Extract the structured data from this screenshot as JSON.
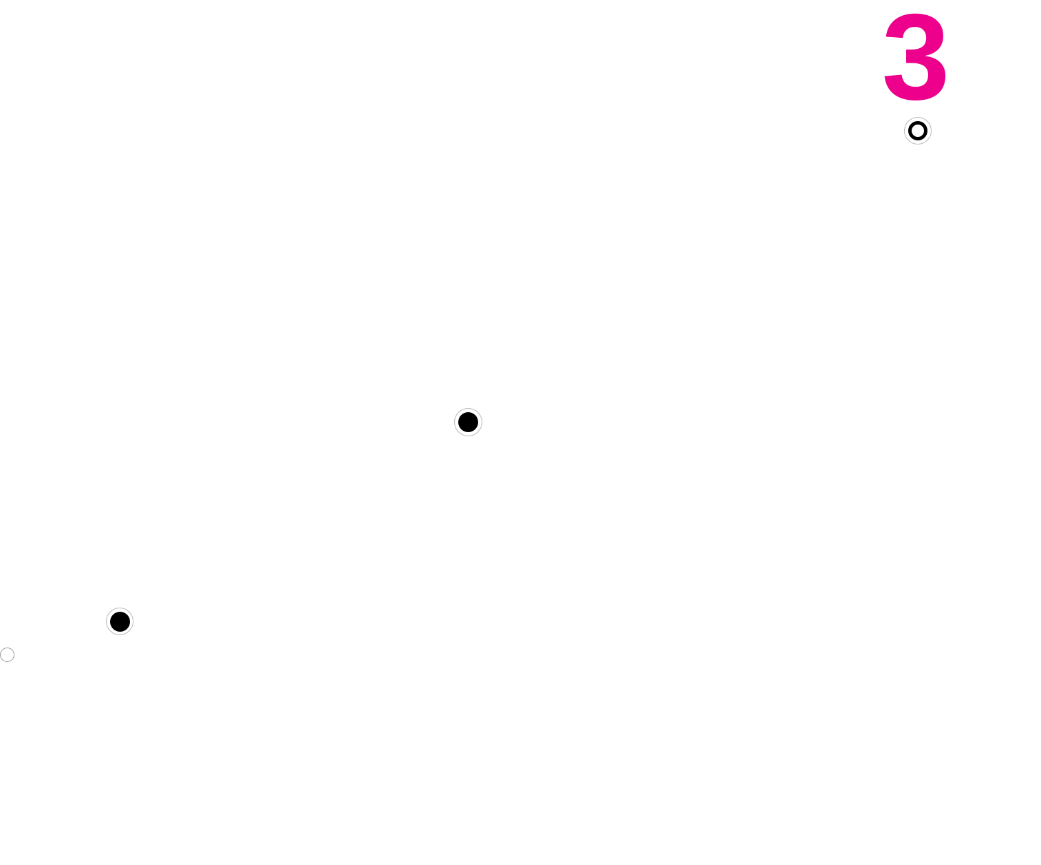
{
  "counter": {
    "value": "3",
    "color": "#ec008c"
  },
  "markers": [
    {
      "name": "open-ring-target",
      "state": "open",
      "icon": "ring-icon"
    },
    {
      "name": "filled-dot-target",
      "state": "filled",
      "icon": "dot-icon"
    },
    {
      "name": "filled-dot-target",
      "state": "filled",
      "icon": "dot-icon"
    }
  ],
  "cursor": {
    "icon": "hollow-circle-icon"
  }
}
